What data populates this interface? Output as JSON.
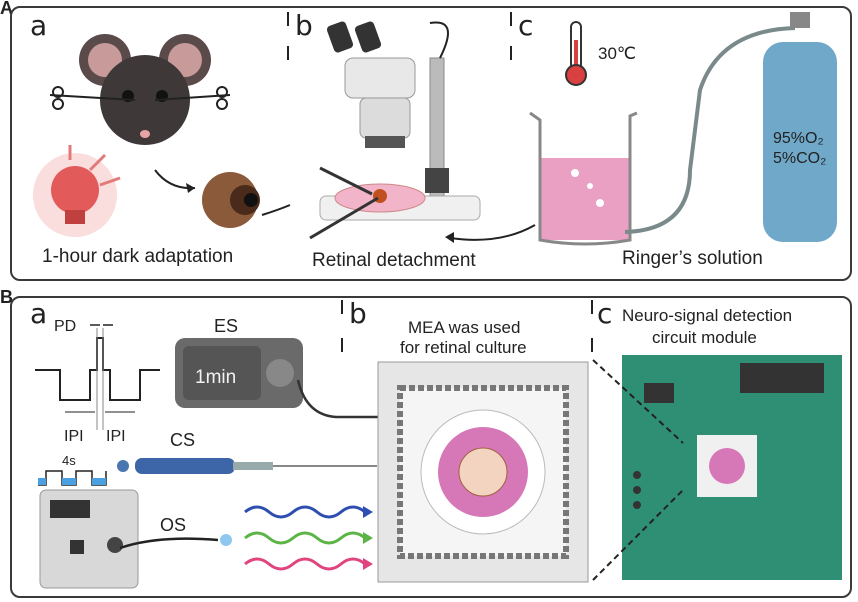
{
  "panel_a": {
    "label": "A",
    "sub_a": "a",
    "sub_b": "b",
    "sub_c": "c",
    "caption_a": "1-hour dark adaptation",
    "caption_b": "Retinal detachment",
    "caption_c": "Ringer’s solution",
    "temperature": "30℃",
    "gas_o2": "95%O₂",
    "gas_co2": "5%CO₂"
  },
  "panel_b": {
    "label": "B",
    "sub_a": "a",
    "sub_b": "b",
    "sub_c": "c",
    "pd": "PD",
    "ipi_left": "IPI",
    "ipi_right": "IPI",
    "es": "ES",
    "es_screen": "1min",
    "cs": "CS",
    "cs_interval": "4s",
    "os": "OS",
    "mea_title_1": "MEA was used",
    "mea_title_2": "for retinal culture",
    "circuit_title_1": "Neuro-signal detection",
    "circuit_title_2": "circuit module"
  },
  "colors": {
    "beaker_liquid": "#e58fb8",
    "gas_tank": "#6fa8c8",
    "pcb": "#2f8f74",
    "wave_blue": "#2f4fb0",
    "wave_green": "#5bb445",
    "wave_pink": "#e0457f"
  }
}
